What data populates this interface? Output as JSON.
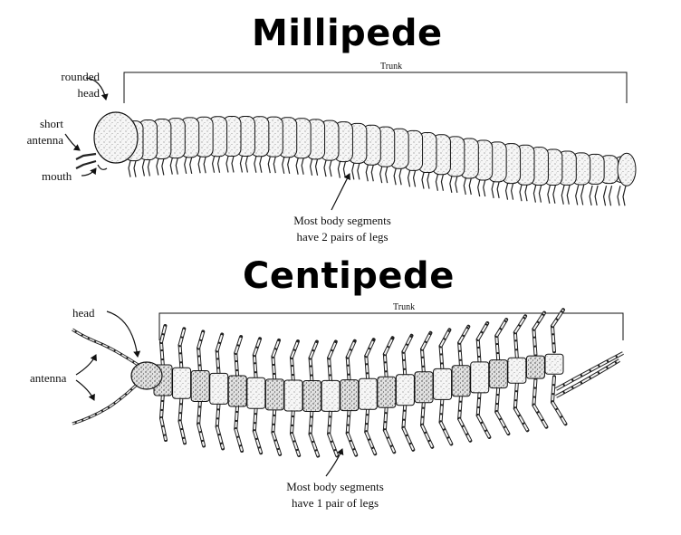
{
  "millipede": {
    "title": "Millipede",
    "trunk_label": "Trunk",
    "head_label": [
      "rounded",
      "head"
    ],
    "antenna_label": [
      "short",
      "antenna"
    ],
    "mouth_label": "mouth",
    "segments_note": [
      "Most body segments",
      "have 2 pairs of legs"
    ]
  },
  "centipede": {
    "title": "Centipede",
    "trunk_label": "Trunk",
    "head_label": "head",
    "antenna_label": "antenna",
    "segments_note": [
      "Most body segments",
      "have 1 pair of legs"
    ]
  },
  "colors": {
    "ink": "#111111",
    "body_fill": "#f4f4f4",
    "background": "#ffffff"
  }
}
